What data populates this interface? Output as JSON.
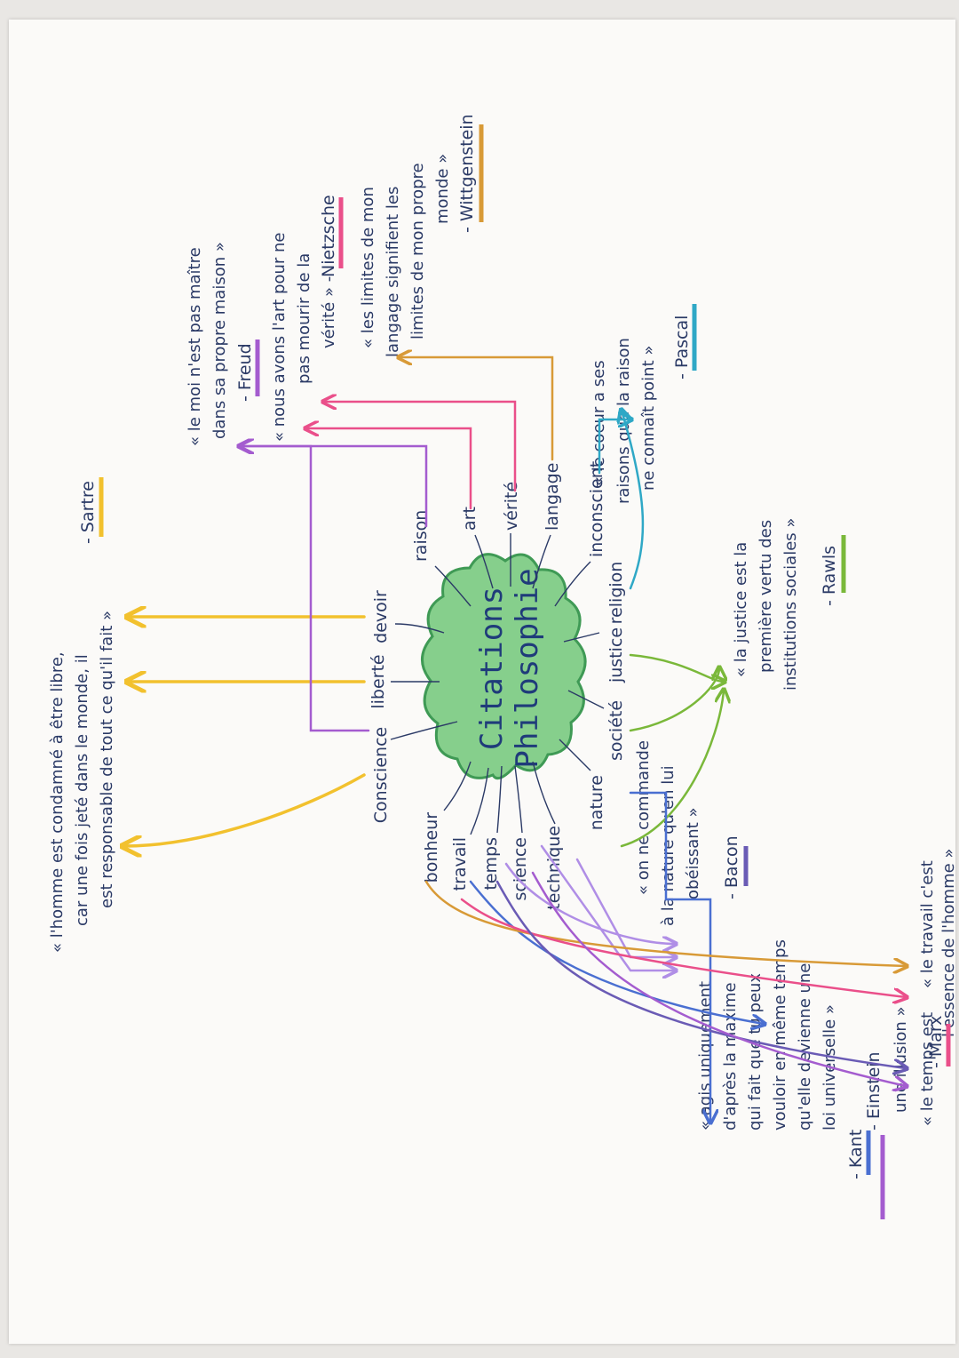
{
  "center": {
    "line1": "Citations",
    "line2": "Philosophie"
  },
  "keywords": {
    "conscience": "Conscience",
    "liberte": "liberté",
    "devoir": "devoir",
    "bonheur": "bonheur",
    "travail": "travail",
    "temps": "temps",
    "science": "science",
    "technique": "technique",
    "nature": "nature",
    "societe": "société",
    "justice": "justice",
    "religion": "religion",
    "raison": "raison",
    "art": "art",
    "verite": "vérité",
    "langage": "langage",
    "inconscient": "inconscient"
  },
  "quotes": {
    "sartre": {
      "lines": [
        "« l'homme est condamné à être libre,",
        "car une fois jeté dans le monde, il",
        "est responsable de tout ce qu'il fait »"
      ],
      "author": "- Sartre"
    },
    "freud": {
      "lines": [
        "« le moi n'est pas maître",
        "dans sa propre maison »"
      ],
      "author": "- Freud"
    },
    "nietzsche": {
      "lines": [
        "« nous avons l'art pour ne",
        "pas mourir de la",
        "vérité » -"
      ],
      "author": "Nietzsche"
    },
    "wittgenstein": {
      "lines": [
        "« les limites de mon",
        "langage signifient les",
        "limites de mon propre",
        "monde »"
      ],
      "author": "- Wittgenstein"
    },
    "pascal": {
      "lines": [
        "« le coeur a ses",
        "raisons que la raison",
        "ne connaît point »"
      ],
      "author": "- Pascal"
    },
    "rawls": {
      "lines": [
        "« la justice est la",
        "première vertu des",
        "institutions sociales »"
      ],
      "author": "- Rawls"
    },
    "bacon": {
      "lines": [
        "« on ne commande",
        "à la nature qu'en lui",
        "obéissant »"
      ],
      "author": "- Bacon"
    },
    "marx": {
      "lines": [
        "« le travail c'est",
        "l'essence de l'homme »"
      ],
      "author": "- Marx"
    },
    "einstein": {
      "lines": [
        "« le temps est",
        "une illusion »"
      ],
      "author": "- Einstein"
    },
    "kant": {
      "lines": [
        "« agis uniquement",
        "d'après la maxime",
        "qui fait que tu peux",
        "vouloir en même temps",
        "qu'elle devienne une",
        "loi universelle »"
      ],
      "author": "- Kant"
    }
  },
  "colors": {
    "cloud_fill": "#86cf8c",
    "cloud_stroke": "#3f9a55",
    "ink": "#2b3a66",
    "yellow": "#f2c12e",
    "purple": "#a45ccf",
    "orange": "#d89a37",
    "pink": "#ea4f8a",
    "teal": "#2fa8c6",
    "green": "#7ab83a",
    "blue": "#4a6fd1",
    "lavender": "#b08ee6",
    "violet": "#6a5bb5"
  }
}
